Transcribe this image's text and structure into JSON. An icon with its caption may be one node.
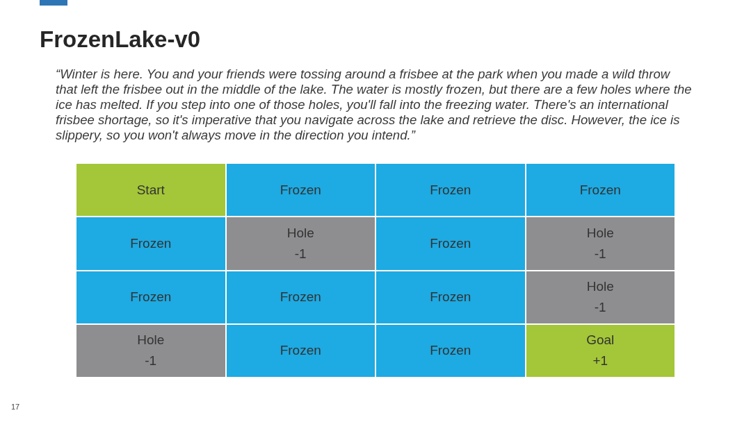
{
  "diagram": {
    "title": "FrozenLake-v0",
    "nodes": [
      {
        "text": [
          "Start"
        ]
      },
      {
        "text": [
          "Frozen"
        ]
      },
      {
        "text": [
          "Frozen"
        ]
      },
      {
        "text": [
          "Frozen"
        ]
      },
      {
        "text": [
          "Frozen"
        ]
      },
      {
        "text": [
          "Hole",
          "-1"
        ]
      },
      {
        "text": [
          "Frozen"
        ]
      },
      {
        "text": [
          "Hole",
          "-1"
        ]
      },
      {
        "text": [
          "Frozen"
        ]
      },
      {
        "text": [
          "Frozen"
        ]
      },
      {
        "text": [
          "Frozen"
        ]
      },
      {
        "text": [
          "Hole",
          "-1"
        ]
      },
      {
        "text": [
          "Hole",
          "-1"
        ]
      },
      {
        "text": [
          "Frozen"
        ]
      },
      {
        "text": [
          "Frozen"
        ]
      },
      {
        "text": [
          "Goal",
          "+1"
        ]
      }
    ],
    "labels": [
      "“Winter is here. You and your friends were tossing around a frisbee at the park when you made a wild throw that left the frisbee out in the middle of the lake. The water is mostly frozen, but there are a few holes where the ice has melted. If you step into one of those holes, you'll fall into the freezing water. There's an international frisbee shortage, so it's imperative that you navigate across the lake and retrieve the disc. However, the ice is slippery, so you won't always move in the direction you intend.”",
      "17"
    ]
  }
}
